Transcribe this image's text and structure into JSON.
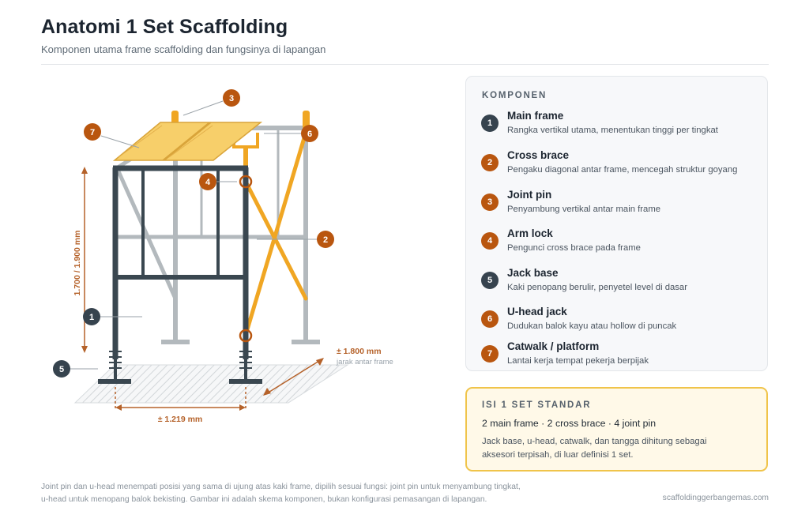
{
  "header": {
    "title": "Anatomi 1 Set Scaffolding",
    "subtitle": "Komponen utama frame scaffolding dan fungsinya di lapangan"
  },
  "diagram": {
    "height_label": "1.700 / 1.900 mm",
    "width_label": "± 1.219 mm",
    "depth_label": "± 1.800 mm",
    "depth_caption": "jarak antar frame",
    "callouts": [
      "1",
      "2",
      "3",
      "4",
      "5",
      "6",
      "7"
    ]
  },
  "components": {
    "heading": "KOMPONEN",
    "items": [
      {
        "number": "1",
        "name": "Main frame",
        "desc": "Rangka vertikal utama, menentukan tinggi per tingkat",
        "badge_color": "#36434e"
      },
      {
        "number": "2",
        "name": "Cross brace",
        "desc": "Pengaku diagonal antar frame, mencegah struktur goyang",
        "badge_color": "#b9560f"
      },
      {
        "number": "3",
        "name": "Joint pin",
        "desc": "Penyambung vertikal antar main frame",
        "badge_color": "#b9560f"
      },
      {
        "number": "4",
        "name": "Arm lock",
        "desc": "Pengunci cross brace pada frame",
        "badge_color": "#b9560f"
      },
      {
        "number": "5",
        "name": "Jack base",
        "desc": "Kaki penopang berulir, penyetel level di dasar",
        "badge_color": "#36434e"
      },
      {
        "number": "6",
        "name": "U-head jack",
        "desc": "Dudukan balok kayu atau hollow di puncak",
        "badge_color": "#b9560f"
      },
      {
        "number": "7",
        "name": "Catwalk / platform",
        "desc": "Lantai kerja tempat pekerja berpijak",
        "badge_color": "#b9560f"
      }
    ]
  },
  "set_box": {
    "heading": "ISI 1 SET STANDAR",
    "main": "2 main frame · 2 cross brace · 4 joint pin",
    "note": "Jack base, u-head, catwalk, dan tangga dihitung sebagai aksesori terpisah, di luar definisi 1 set."
  },
  "footer": {
    "note_line1": "Joint pin dan u-head menempati posisi yang sama di ujung atas kaki frame, dipilih sesuai fungsi: joint pin untuk menyambung tingkat,",
    "note_line2": "u-head untuk menopang balok bekisting. Gambar ini adalah skema komponen, bukan konfigurasi pemasangan di lapangan.",
    "site": "scaffoldinggerbangemas.com"
  },
  "colors": {
    "frame_dark": "#3a4750",
    "frame_gray": "#b3b9bd",
    "brace_orange": "#f0a623",
    "platform_yellow": "#f7cf6a",
    "accent_orange": "#b9560f",
    "dimension_orange": "#b5622a"
  }
}
